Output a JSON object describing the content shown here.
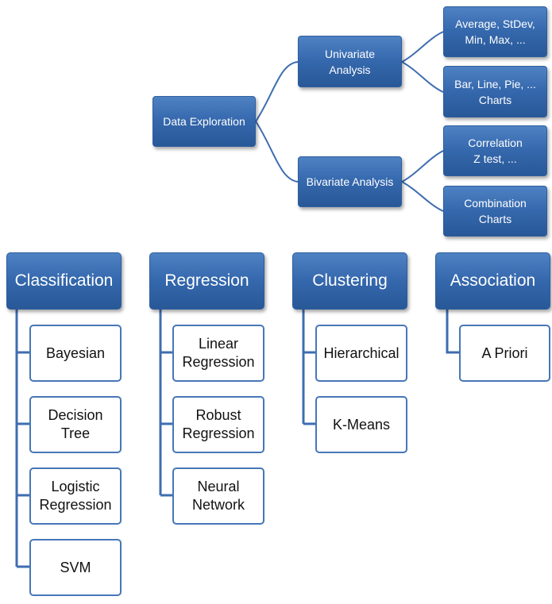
{
  "exploration": {
    "root": "Data Exploration",
    "univariate": "Univariate\nAnalysis",
    "univariate_items": [
      "Average,  StDev,\nMin, Max, ...",
      "Bar, Line, Pie, ...\nCharts"
    ],
    "bivariate": "Bivariate Analysis",
    "bivariate_items": [
      "Correlation\nZ  test, ...",
      "Combination\nCharts"
    ]
  },
  "categories": [
    {
      "title": "Classification",
      "items": [
        "Bayesian",
        "Decision\nTree",
        "Logistic\nRegression",
        "SVM"
      ]
    },
    {
      "title": "Regression",
      "items": [
        "Linear\nRegression",
        "Robust\nRegression",
        "Neural\nNetwork"
      ]
    },
    {
      "title": "Clustering",
      "items": [
        "Hierarchical",
        "K-Means"
      ]
    },
    {
      "title": "Association",
      "items": [
        "A Priori"
      ]
    }
  ],
  "colors": {
    "box_fill": "#3568ad",
    "box_border": "#2d5e9f",
    "line": "#3e6db0",
    "item_border": "#4677b8"
  }
}
